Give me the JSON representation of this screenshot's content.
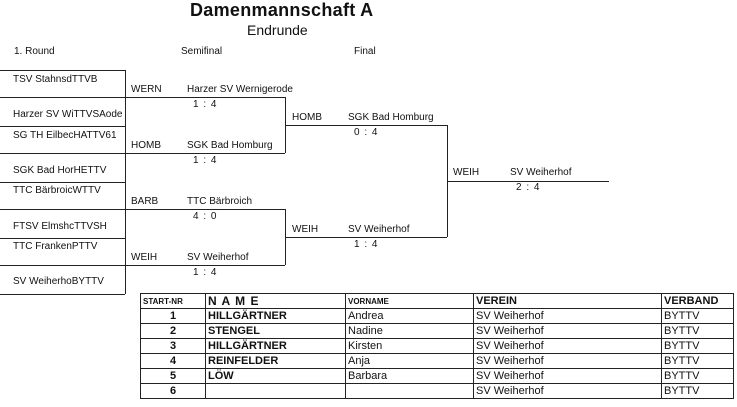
{
  "header": {
    "title": "Damenmannschaft A",
    "subtitle": "Endrunde"
  },
  "rounds": {
    "r1": "1. Round",
    "semi": "Semifinal",
    "final": "Final"
  },
  "round1_teams": [
    "TSV StahnsdTTVB",
    "Harzer SV WiTTVSAode",
    "SG TH EilbecHATTV61",
    "SGK Bad HorHETTV",
    "TTC BärbroicWTTV",
    "FTSV ElmshcTTVSH",
    "TTC FrankenPTTV",
    "SV WeiherhoBYTTV"
  ],
  "round1_results": [
    {
      "code": "WERN",
      "winner": "Harzer SV Wernigerode",
      "score": "1 : 4"
    },
    {
      "code": "HOMB",
      "winner": "SGK Bad Homburg",
      "score": "1 : 4"
    },
    {
      "code": "BARB",
      "winner": "TTC Bärbroich",
      "score": "4 : 0"
    },
    {
      "code": "WEIH",
      "winner": "SV Weiherhof",
      "score": "1 : 4"
    }
  ],
  "semi_results": [
    {
      "code": "HOMB",
      "winner": "SGK Bad Homburg",
      "score": "0 : 4"
    },
    {
      "code": "WEIH",
      "winner": "SV Weiherhof",
      "score": "1 : 4"
    }
  ],
  "final_result": {
    "code": "WEIH",
    "winner": "SV Weiherhof",
    "score": "2 : 4"
  },
  "roster": {
    "headers": {
      "start": "START-NR",
      "name": "N A M E",
      "first": "VORNAME",
      "club": "VEREIN",
      "assoc": "VERBAND"
    },
    "rows": [
      {
        "nr": "1",
        "name": "HILLGÄRTNER",
        "first": "Andrea",
        "club": "SV Weiherhof",
        "assoc": "BYTTV"
      },
      {
        "nr": "2",
        "name": "STENGEL",
        "first": "Nadine",
        "club": "SV Weiherhof",
        "assoc": "BYTTV"
      },
      {
        "nr": "3",
        "name": "HILLGÄRTNER",
        "first": "Kirsten",
        "club": "SV Weiherhof",
        "assoc": "BYTTV"
      },
      {
        "nr": "4",
        "name": "REINFELDER",
        "first": "Anja",
        "club": "SV Weiherhof",
        "assoc": "BYTTV"
      },
      {
        "nr": "5",
        "name": "LÖW",
        "first": "Barbara",
        "club": "SV Weiherhof",
        "assoc": "BYTTV"
      },
      {
        "nr": "6",
        "name": "",
        "first": "",
        "club": "SV Weiherhof",
        "assoc": "BYTTV"
      }
    ]
  }
}
